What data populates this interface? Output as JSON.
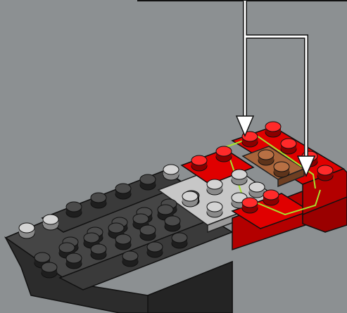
{
  "canvas": {
    "background": "#8c9092"
  },
  "colors": {
    "red": "#e00000",
    "red_dark": "#9a0000",
    "red_light": "#ff2a2a",
    "brown": "#a8643a",
    "brown_dark": "#6e3f22",
    "dark_gray": "#3a3a3a",
    "dark_gray_top": "#4a4a4a",
    "light_gray": "#c7c7c7",
    "light_gray_side": "#9a9a9a",
    "highlight": "#a6e22e",
    "arrow_fill": "#ffffff",
    "arrow_stroke": "#1a1a1a"
  },
  "callout": {
    "arrow_count": 2,
    "description_text": ""
  },
  "parts": [
    {
      "name": "red-wedge-assembly",
      "color_key": "red"
    },
    {
      "name": "brown-plate",
      "color_key": "brown"
    },
    {
      "name": "light-gray-plate",
      "color_key": "light_gray"
    },
    {
      "name": "dark-gray-hull",
      "color_key": "dark_gray"
    }
  ]
}
